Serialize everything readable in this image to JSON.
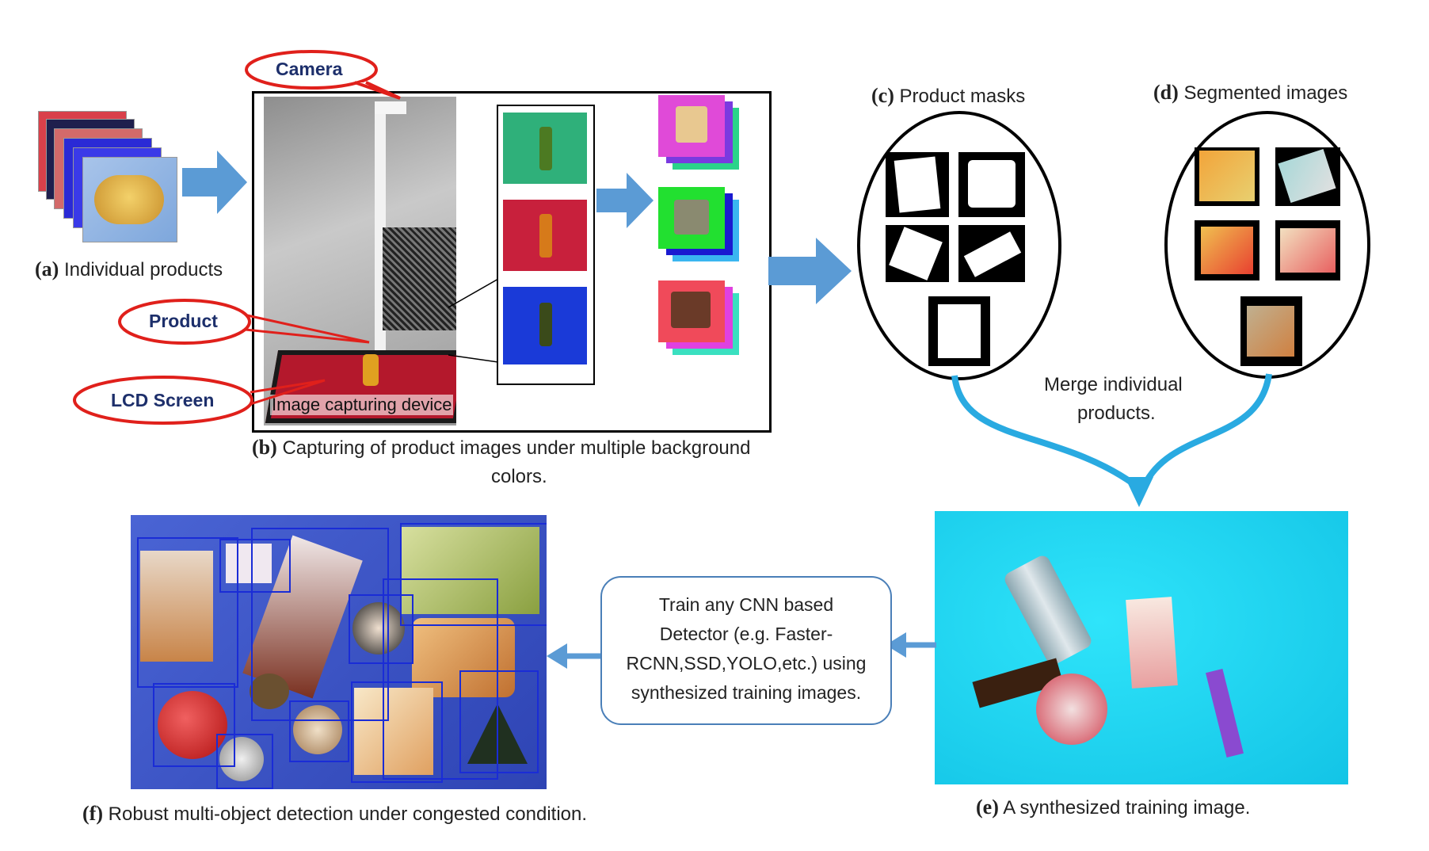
{
  "captions": {
    "a_label": "(a)",
    "a_text": "Individual products",
    "b_label": "(b)",
    "b_text_line1": "Capturing of product images under multiple background",
    "b_text_line2": "colors.",
    "c_label": "(c)",
    "c_text": "Product masks",
    "d_label": "(d)",
    "d_text": "Segmented images",
    "e_label": "(e)",
    "e_text": "A synthesized training image.",
    "f_label": "(f)",
    "f_text": "Robust multi-object detection under congested condition."
  },
  "callouts": {
    "camera": "Camera",
    "product": "Product",
    "lcd": "LCD Screen"
  },
  "device_label": "Image capturing device",
  "merge_text": {
    "line1": "Merge individual",
    "line2": "products."
  },
  "train_box": {
    "line1": "Train any CNN based",
    "line2": "Detector (e.g. Faster-",
    "line3": "RCNN,SSD,YOLO,etc.) using",
    "line4": "synthesized training images."
  },
  "colors": {
    "arrow_blue": "#5b9bd5",
    "curve_blue": "#29aae1",
    "callout_red": "#e0201b",
    "bbox_blue": "#1a2cd6",
    "synth_bg": "#19d3f0",
    "detect_bg": "#3a52c4"
  }
}
